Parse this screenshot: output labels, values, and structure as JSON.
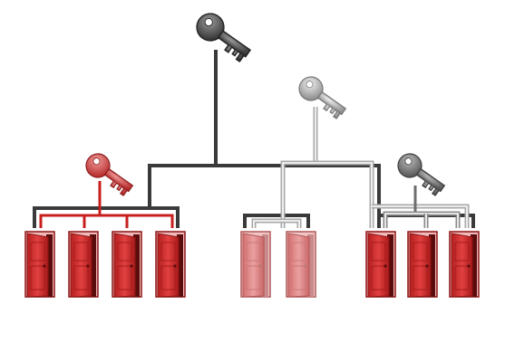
{
  "colors": {
    "background": "#ffffff",
    "master_key": "#444444",
    "master_line": "#3a3a3a",
    "silver_key": "#9a9a9a",
    "silver_line": "#a8a8a8",
    "red_key": "#d44a4a",
    "red_line": "#c81e1e",
    "dark_key": "#6e6e6e",
    "door_red": "#d83232",
    "door_red_dark": "#8e1414",
    "door_faded": "#e08585",
    "door_faded_dark": "#b05858"
  },
  "diagram": {
    "keys": [
      {
        "name": "master-key",
        "icon": "key-icon",
        "level": "master"
      },
      {
        "name": "silver-sub-master-key",
        "icon": "key-icon",
        "level": "sub-master"
      },
      {
        "name": "red-group-key",
        "icon": "key-icon",
        "level": "group"
      },
      {
        "name": "gray-group-key",
        "icon": "key-icon",
        "level": "group"
      }
    ],
    "door_groups": [
      {
        "name": "left-door-group",
        "icon": "door-icon",
        "count": 4,
        "style": "red"
      },
      {
        "name": "middle-door-group",
        "icon": "door-icon",
        "count": 2,
        "style": "faded"
      },
      {
        "name": "right-door-group",
        "icon": "door-icon",
        "count": 3,
        "style": "red"
      }
    ]
  }
}
